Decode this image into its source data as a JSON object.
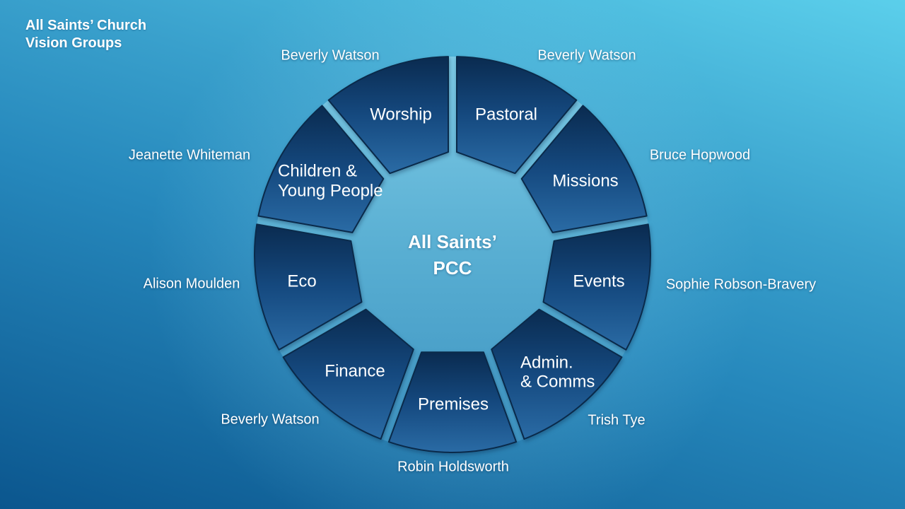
{
  "title": {
    "line1": "All Saints’ Church",
    "line2": "Vision Groups"
  },
  "wheel": {
    "center": {
      "line1": "All Saints’",
      "line2": "PCC"
    },
    "segments": [
      {
        "label": "Pastoral",
        "label_lines": [
          "Pastoral"
        ],
        "leader": "Beverly Watson"
      },
      {
        "label": "Missions",
        "label_lines": [
          "Missions"
        ],
        "leader": "Bruce Hopwood"
      },
      {
        "label": "Events",
        "label_lines": [
          "Events"
        ],
        "leader": "Sophie Robson-Bravery"
      },
      {
        "label": "Admin. & Comms",
        "label_lines": [
          "Admin.",
          "& Comms"
        ],
        "leader": "Trish Tye"
      },
      {
        "label": "Premises",
        "label_lines": [
          "Premises"
        ],
        "leader": "Robin Holdsworth"
      },
      {
        "label": "Finance",
        "label_lines": [
          "Finance"
        ],
        "leader": "Beverly Watson"
      },
      {
        "label": "Eco",
        "label_lines": [
          "Eco"
        ],
        "leader": "Alison Moulden"
      },
      {
        "label": "Children & Young People",
        "label_lines": [
          "Children &",
          "Young People"
        ],
        "leader": "Jeanette Whiteman"
      },
      {
        "label": "Worship",
        "label_lines": [
          "Worship"
        ],
        "leader": "Beverly Watson"
      }
    ]
  },
  "colors": {
    "background_top": "#5bcfeb",
    "background_bottom": "#0b568e",
    "segment_gradient_top": "#0a2b50",
    "segment_gradient_bottom": "#2a6ba5",
    "segment_outline": "#0a2a4a",
    "inner_disc": "#58aed2",
    "text": "#ffffff"
  }
}
